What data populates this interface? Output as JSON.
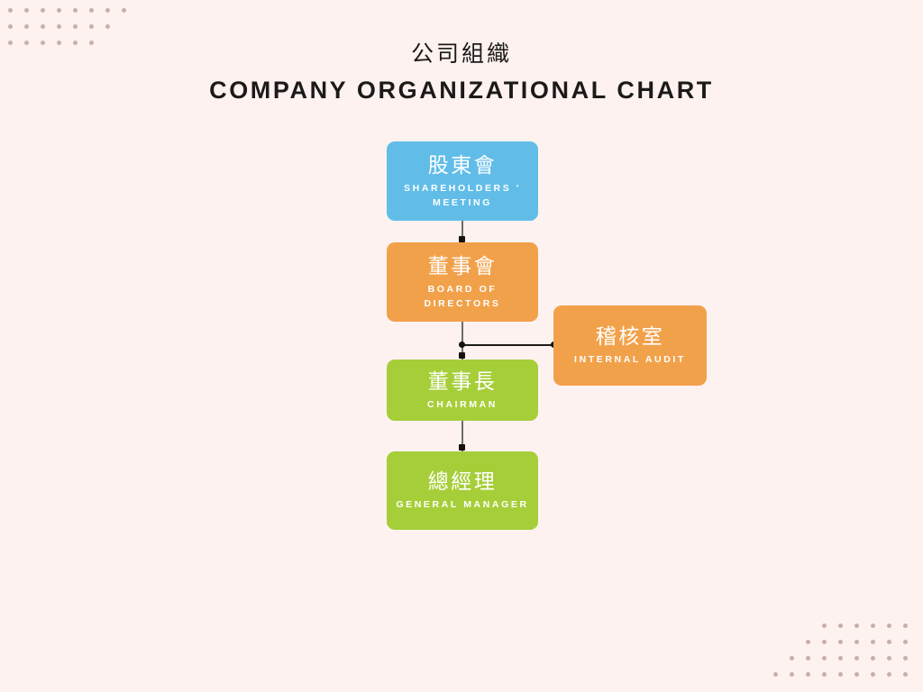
{
  "page": {
    "background_color": "#FDF2F0",
    "title_zh": "公司組織",
    "title_en": "COMPANY ORGANIZATIONAL CHART"
  },
  "palette": {
    "blue": "#61BDE8",
    "orange": "#F2A14B",
    "green": "#A6CE39",
    "dot": "#C9AFA9",
    "line": "#6E6A68",
    "text_dark": "#1C1A19",
    "node_text": "#FFFFFF"
  },
  "chart_data": {
    "type": "diagram",
    "title": "公司組織 / COMPANY ORGANIZATIONAL CHART",
    "nodes": [
      {
        "id": "shareholders",
        "zh": "股東會",
        "en": "SHAREHOLDERS ' MEETING",
        "color": "#61BDE8",
        "level": 1
      },
      {
        "id": "board",
        "zh": "董事會",
        "en": "BOARD OF DIRECTORS",
        "color": "#F2A14B",
        "level": 2
      },
      {
        "id": "audit",
        "zh": "稽核室",
        "en": "INTERNAL AUDIT",
        "color": "#F2A14B",
        "level": 2.5
      },
      {
        "id": "chairman",
        "zh": "董事長",
        "en": "CHAIRMAN",
        "color": "#A6CE39",
        "level": 3
      },
      {
        "id": "manager",
        "zh": "總經理",
        "en": "GENERAL MANAGER",
        "color": "#A6CE39",
        "level": 4
      }
    ],
    "edges": [
      {
        "from": "shareholders",
        "to": "board",
        "style": "vertical"
      },
      {
        "from": "board",
        "to": "chairman",
        "style": "vertical"
      },
      {
        "from": "board",
        "to": "audit",
        "style": "branch-right"
      },
      {
        "from": "chairman",
        "to": "manager",
        "style": "vertical"
      }
    ]
  },
  "decor": {
    "top_left_dots": [
      9,
      8,
      7,
      6
    ],
    "bottom_right_dots": [
      6,
      7,
      8,
      9
    ]
  }
}
